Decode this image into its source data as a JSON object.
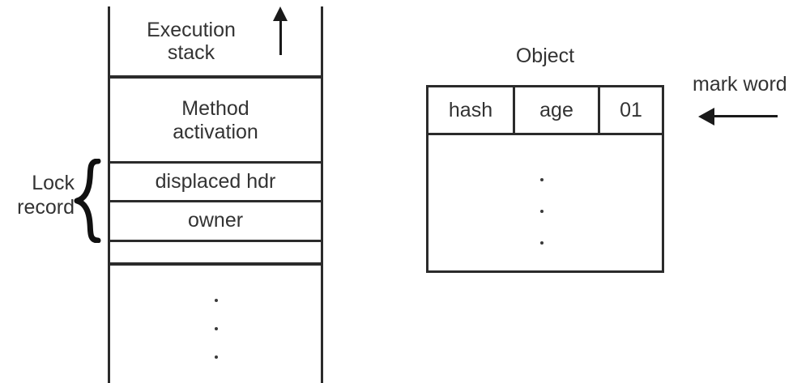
{
  "diagram": {
    "title": "Execution stack and object mark word (thin lock)",
    "background_color": "#ffffff",
    "line_color": "#2b2b2b",
    "text_color": "#333333"
  },
  "stack": {
    "arrow_icon": "up-arrow-icon",
    "frames": [
      {
        "id": "execution-stack",
        "label": "Execution\nstack"
      },
      {
        "id": "method-activation",
        "label": "Method\nactivation"
      },
      {
        "id": "displaced-hdr",
        "label": "displaced hdr"
      },
      {
        "id": "owner",
        "label": "owner"
      },
      {
        "id": "empty-slot",
        "label": ""
      }
    ],
    "ellipsis_dots": 3,
    "brace": {
      "icon": "curly-brace-icon",
      "label": "Lock\nrecord",
      "covers": [
        "displaced hdr",
        "owner"
      ]
    }
  },
  "object": {
    "title": "Object",
    "header_cells": [
      {
        "id": "hash",
        "label": "hash"
      },
      {
        "id": "age",
        "label": "age"
      },
      {
        "id": "lock-bits",
        "label": "01"
      }
    ],
    "body_ellipsis_dots": 3,
    "callout": {
      "label": "mark word",
      "arrow_icon": "left-arrow-icon",
      "points_to": "header_cells"
    }
  }
}
